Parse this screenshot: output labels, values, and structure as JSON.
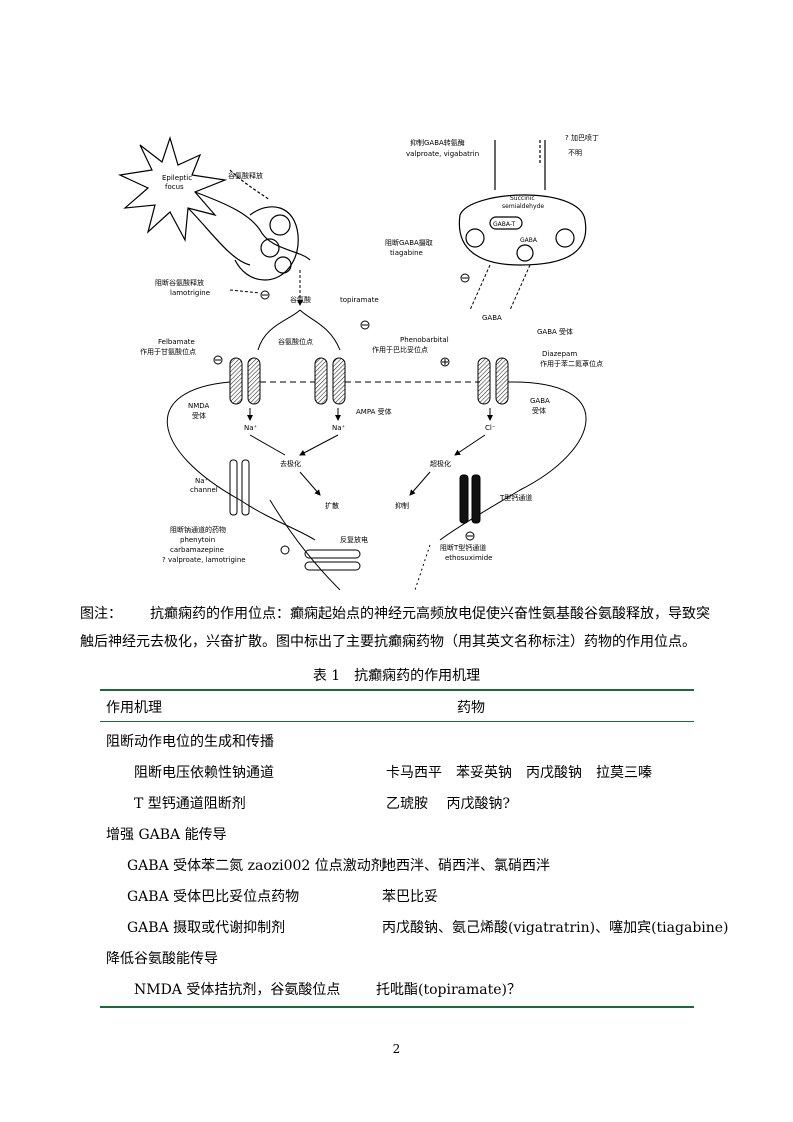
{
  "figure": {
    "labels": {
      "epileptic_focus": "Epileptic\nfocus",
      "glutamate_release": "谷氨酸释放",
      "lamotrigine_block": "阻断谷氨酸释放",
      "lamotrigine": "lamotrigine",
      "glutamate": "谷氨酸",
      "topiramate": "topiramate",
      "felbamate": "Felbamate",
      "felbamate_site": "作用于甘氨酸位点",
      "glycine_site": "谷氨酸位点",
      "nmda_receptor": "NMDA\n受体",
      "ampa_receptor": "AMPA 受体",
      "na_ion_1": "Na⁺",
      "na_ion_2": "Na⁺",
      "depolarization": "去极化",
      "spread": "扩散",
      "na_channel": "Na⁺\nchannel",
      "na_channel_blockers": "阻断钠通道的药物",
      "phenytoin": "phenytoin",
      "carbamazepine": "carbamazepine",
      "valproate_lamotrigine": "? valproate, lamotrigine",
      "repetitive_firing": "反复放电",
      "vgaba_inhibitors": "抑制GABA转氨酶",
      "valproate_vigabatrin": "valproate, vigabatrin",
      "succinic": "Succinic\nsemialdehyde",
      "gaba_t": "GABA-T",
      "gaba_inner": "GABA",
      "tiagabine_block": "阻断GABA摄取",
      "tiagabine": "tiagabine",
      "gaba": "GABA",
      "gaba_receptor": "GABA 受体",
      "phenobarbital": "Phenobarbital",
      "barb_site": "作用于巴比妥位点",
      "diazepam": "Diazepam",
      "bzd_site": "作用于苯二氮䓬位点",
      "gaba_receptor_2": "GABA\n受体",
      "cl_ion": "Cl⁻",
      "hyperpolarization": "超极化",
      "inhibition": "抑制",
      "t_calcium": "T型钙通道",
      "ethosuximide_block": "阻断T型钙通道",
      "ethosuximide": "ethosuximide",
      "gabapentin": "? 加巴喷丁",
      "unknown": "不明"
    }
  },
  "caption": {
    "label": "图注：",
    "line1": "抗癫痫药的作用位点：癫痫起始点的神经元高频放电促使兴奋性氨基酸谷氨酸释放，导致突",
    "line2": "触后神经元去极化，兴奋扩散。图中标出了主要抗癫痫药物（用其英文名称标注）药物的作用位点。"
  },
  "table": {
    "title": "表 1　抗癫痫药的作用机理",
    "headers": {
      "mechanism": "作用机理",
      "drugs": "药物"
    },
    "rows": [
      {
        "mechanism": "阻断动作电位的生成和传播",
        "drugs": "",
        "indent": 0
      },
      {
        "mechanism": "阻断电压依赖性钠通道",
        "drugs": "卡马西平　苯妥英钠　丙戊酸钠　拉莫三嗪",
        "indent": 2
      },
      {
        "mechanism": "T 型钙通道阻断剂",
        "drugs": "乙琥胺　 丙戊酸钠?",
        "indent": 2
      },
      {
        "mechanism": "增强 GABA 能传导",
        "drugs": "",
        "indent": 0
      },
      {
        "mechanism": "GABA 受体苯二氮 zaozi002 位点激动剂",
        "drugs": "地西泮、硝西泮、氯硝西泮",
        "indent": 1
      },
      {
        "mechanism": "GABA 受体巴比妥位点药物",
        "drugs": "苯巴比妥",
        "indent": 1
      },
      {
        "mechanism": "GABA 摄取或代谢抑制剂",
        "drugs": "丙戊酸钠、氨己烯酸(vigatratrin)、噻加宾(tiagabine)",
        "indent": 1
      },
      {
        "mechanism": "降低谷氨酸能传导",
        "drugs": "",
        "indent": 0
      },
      {
        "mechanism": "NMDA 受体拮抗剂，谷氨酸位点",
        "drugs": "托吡酯(topiramate)？",
        "indent": 2
      }
    ]
  },
  "page_number": "2"
}
